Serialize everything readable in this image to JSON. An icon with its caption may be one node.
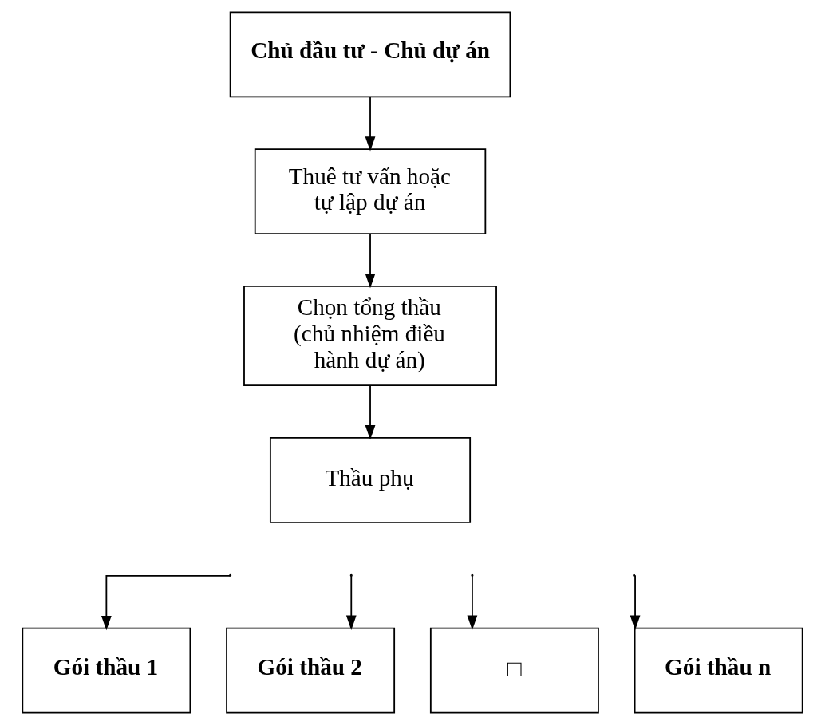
{
  "diagram": {
    "nodes": [
      {
        "text": [
          "Chủ đầu tư - Chủ dự án"
        ]
      },
      {
        "text": [
          "Thuê tư vấn hoặc tự lập dự án"
        ]
      },
      {
        "text": [
          "Chọn tổng thầu (chủ nhiệm điều hành dự án)"
        ]
      },
      {
        "text": [
          "Thầu phụ"
        ]
      },
      {
        "text": [
          "Gói thầu 1"
        ]
      },
      {
        "text": [
          "Gói thầu 2"
        ]
      },
      {
        "text": [
          "□"
        ]
      },
      {
        "text": [
          "Gói thầu n"
        ]
      }
    ],
    "edges": [
      {
        "from": 0,
        "to": 1,
        "arrow": "to"
      },
      {
        "from": 1,
        "to": 2,
        "arrow": "to"
      },
      {
        "from": 2,
        "to": 3,
        "arrow": "to"
      },
      {
        "from": null,
        "to": 4,
        "arrow": "to"
      },
      {
        "from": null,
        "to": 5,
        "arrow": "to"
      },
      {
        "from": null,
        "to": 6,
        "arrow": "to"
      },
      {
        "from": null,
        "to": 7,
        "arrow": "to"
      }
    ]
  }
}
